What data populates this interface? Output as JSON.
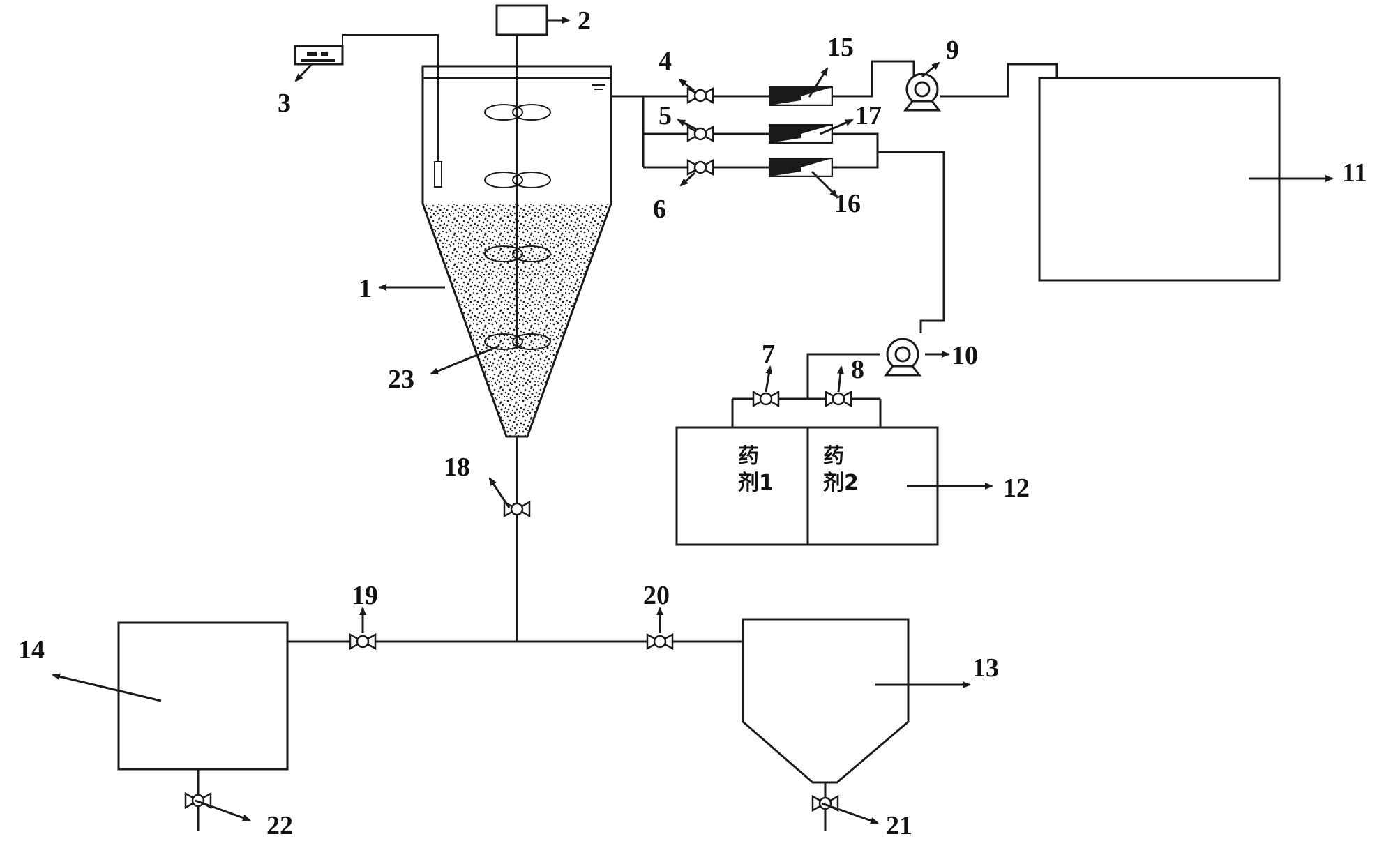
{
  "labels": {
    "l1": "1",
    "l2": "2",
    "l3": "3",
    "l4": "4",
    "l5": "5",
    "l6": "6",
    "l7": "7",
    "l8": "8",
    "l9": "9",
    "l10": "10",
    "l11": "11",
    "l12": "12",
    "l13": "13",
    "l14": "14",
    "l15": "15",
    "l16": "16",
    "l17": "17",
    "l18": "18",
    "l19": "19",
    "l20": "20",
    "l21": "21",
    "l22": "22",
    "l23": "23"
  },
  "chem_tank": {
    "agent1_top": "药",
    "agent1_bottom": "剂1",
    "agent2_top": "药",
    "agent2_bottom": "剂2"
  }
}
